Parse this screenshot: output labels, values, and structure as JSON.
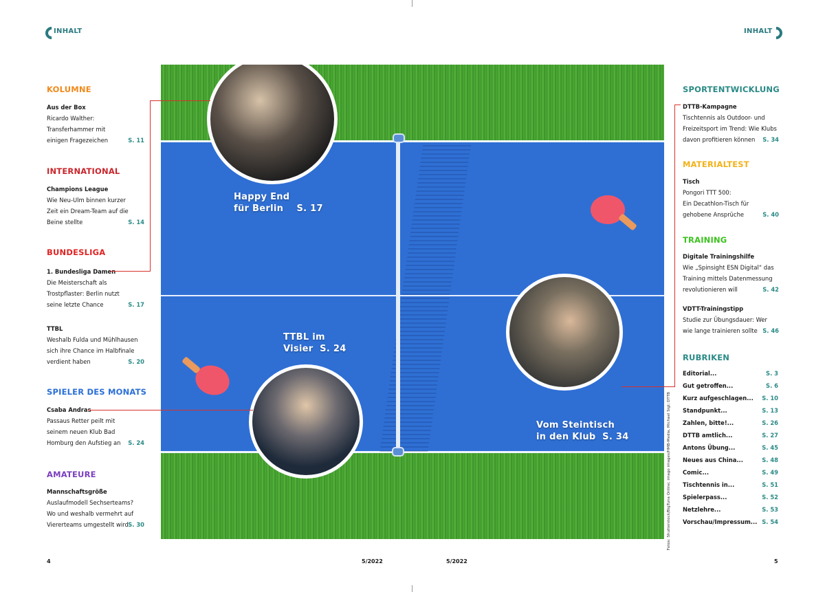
{
  "header": {
    "left_label": "INHALT",
    "right_label": "INHALT"
  },
  "left_sections": [
    {
      "heading": "KOLUMNE",
      "color": "#f08a1c",
      "entries": [
        {
          "title": "Aus der Box",
          "lines": [
            "Ricardo Walther:",
            "Transferhammer mit",
            "einigen Fragezeichen"
          ],
          "page": "S. 11"
        }
      ]
    },
    {
      "heading": "INTERNATIONAL",
      "color": "#c8262c",
      "entries": [
        {
          "title": "Champions League",
          "lines": [
            "Wie Neu-Ulm binnen kurzer",
            "Zeit ein Dream-Team auf die",
            "Beine stellte"
          ],
          "page": "S. 14"
        }
      ]
    },
    {
      "heading": "BUNDESLIGA",
      "color": "#e02424",
      "entries": [
        {
          "title": "1. Bundesliga Damen",
          "lines": [
            "Die Meisterschaft als",
            "Trostpflaster: Berlin nutzt",
            "seine letzte Chance"
          ],
          "page": "S. 17"
        },
        {
          "title": "TTBL",
          "lines": [
            "Weshalb Fulda und Mühlhausen",
            "sich ihre Chance im Halbfinale",
            "verdient haben"
          ],
          "page": "S. 20"
        }
      ]
    },
    {
      "heading": "SPIELER DES MONATS",
      "color": "#2b6fd6",
      "entries": [
        {
          "title": "Csaba Andras",
          "lines": [
            "Passaus Retter peilt mit",
            "seinem neuen Klub Bad",
            "Homburg den Aufstieg an"
          ],
          "page": "S. 24"
        }
      ]
    },
    {
      "heading": "AMATEURE",
      "color": "#7b3fbf",
      "entries": [
        {
          "title": "Mannschaftsgröße",
          "lines": [
            "Auslaufmodell Sechserteams?",
            "Wo und weshalb vermehrt auf",
            "Viererteams umgestellt wird"
          ],
          "page": "S. 30"
        }
      ]
    }
  ],
  "right_sections": [
    {
      "heading": "SPORTENTWICKLUNG",
      "color": "#2a8a86",
      "entries": [
        {
          "title": "DTTB-Kampagne",
          "lines": [
            "Tischtennis als Outdoor- und",
            "Freizeitsport im Trend: Wie Klubs",
            "davon profitieren können"
          ],
          "page": "S. 34"
        }
      ]
    },
    {
      "heading": "MATERIALTEST",
      "color": "#f2b21a",
      "entries": [
        {
          "title": "Tisch",
          "lines": [
            "Pongori TTT 500:",
            "Ein Decathlon-Tisch für",
            "gehobene Ansprüche"
          ],
          "page": "S. 40"
        }
      ]
    },
    {
      "heading": "TRAINING",
      "color": "#3cc21f",
      "entries": [
        {
          "title": "Digitale Trainingshilfe",
          "lines": [
            "Wie „Spinsight ESN Digital“ das",
            "Training mittels Datenmessung",
            "revolutionieren will"
          ],
          "page": "S. 42"
        },
        {
          "title": "VDTT-Trainingstipp",
          "lines": [
            "Studie zur Übungsdauer: Wer",
            "wie lange trainieren sollte"
          ],
          "page": "S. 46"
        }
      ]
    },
    {
      "heading": "RUBRIKEN",
      "color": "#2a8a86",
      "entries": []
    }
  ],
  "rubriken": [
    {
      "label": "Editorial...",
      "page": "S. 3"
    },
    {
      "label": "Gut getroffen...",
      "page": "S. 6"
    },
    {
      "label": "Kurz aufgeschlagen...",
      "page": "S. 10"
    },
    {
      "label": "Standpunkt...",
      "page": "S. 13"
    },
    {
      "label": "Zahlen, bitte!...",
      "page": "S. 26"
    },
    {
      "label": "DTTB amtlich...",
      "page": "S. 27"
    },
    {
      "label": "Antons Übung...",
      "page": "S. 45"
    },
    {
      "label": "Neues aus China...",
      "page": "S. 48"
    },
    {
      "label": "Comic...",
      "page": "S. 49"
    },
    {
      "label": "Tischtennis in...",
      "page": "S. 51"
    },
    {
      "label": "Spielerpass...",
      "page": "S. 52"
    },
    {
      "label": "Netzlehre...",
      "page": "S. 53"
    },
    {
      "label": "Vorschau/Impressum...",
      "page": "S. 54"
    }
  ],
  "photo_captions": {
    "happy_end": [
      "Happy End",
      "für Berlin    S. 17"
    ],
    "ttbl": [
      "TTBL im",
      "Visier  S. 24"
    ],
    "steintisch": [
      "Vom Steintisch",
      "in den Klub  S. 34"
    ]
  },
  "credit": "Fotos: Shutterstock/BigTuna Online; imago images/HMB-Media, Michael Sigl; DTTB",
  "footer": {
    "page_left": "4",
    "issue_left": "5/2022",
    "issue_right": "5/2022",
    "page_right": "5"
  },
  "colors": {
    "accent_teal": "#2a8a86",
    "connector_red": "#d9312b",
    "table_blue": "#2f6fd4"
  }
}
